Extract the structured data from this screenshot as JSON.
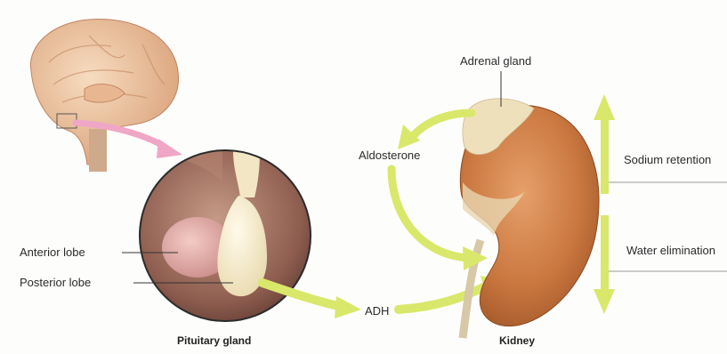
{
  "labels": {
    "adrenal_gland": "Adrenal gland",
    "aldosterone": "Aldosterone",
    "sodium_retention": "Sodium retention",
    "water_elimination": "Water elimination",
    "anterior_lobe": "Anterior lobe",
    "posterior_lobe": "Posterior lobe",
    "adh": "ADH",
    "pituitary_caption": "Pituitary gland",
    "kidney_caption": "Kidney"
  },
  "colors": {
    "arrow_green": "#d9e86a",
    "arrow_pink": "#f0a6c6",
    "kidney": "#c9773f",
    "adrenal": "#efe0bc",
    "brain": "#f2c9a4",
    "pituitary_bg": "#9c6a5c",
    "posterior_lobe": "#f7efd6",
    "anterior_lobe": "#e4a8a4"
  }
}
